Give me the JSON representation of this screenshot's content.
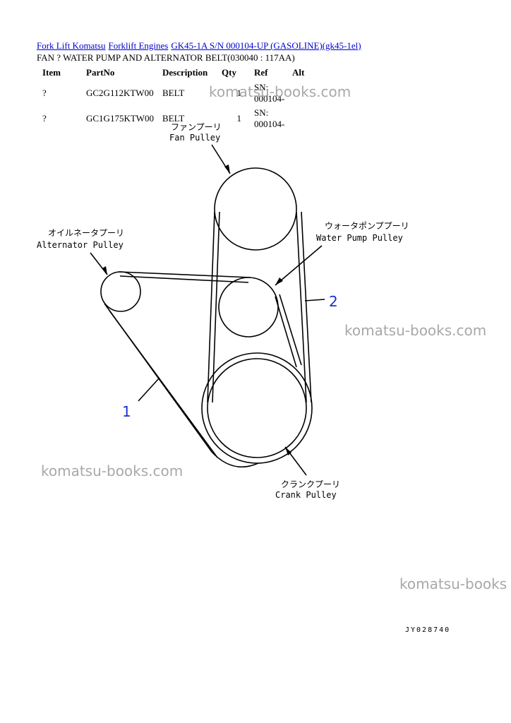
{
  "breadcrumb": {
    "link1": "Fork Lift Komatsu",
    "link2": "Forklift Engines",
    "link3": "GK45-1A S/N 000104-UP (GASOLINE)(gk45-1el)"
  },
  "subtitle": "FAN ? WATER PUMP AND ALTERNATOR BELT(030040 : 117AA)",
  "table": {
    "headers": [
      "Item",
      "PartNo",
      "Description",
      "Qty",
      "Ref",
      "Alt"
    ],
    "rows": [
      [
        "?",
        "GC2G112KTW00",
        "BELT",
        "1",
        "SN: 000104-",
        ""
      ],
      [
        "?",
        "GC1G175KTW00",
        "BELT",
        "1",
        "SN: 000104-",
        ""
      ]
    ]
  },
  "diagram": {
    "fan_pulley_jp": "ファンプーリ",
    "fan_pulley_en": "Fan Pulley",
    "alternator_pulley_jp": "オイルネータプーリ",
    "alternator_pulley_en": "Alternator Pulley",
    "water_pump_pulley_jp": "ウォータポンププーリ",
    "water_pump_pulley_en": "Water Pump Pulley",
    "crank_pulley_jp": "クランクプーリ",
    "crank_pulley_en": "Crank Pulley",
    "callout_1": "1",
    "callout_2": "2",
    "drawing_code": "JY028740",
    "line_color": "#000000",
    "callout_color": "#1a2fd6"
  },
  "watermarks": [
    "komatsu-books.com",
    "komatsu-books.com",
    "komatsu-books.com",
    "komatsu-books"
  ]
}
